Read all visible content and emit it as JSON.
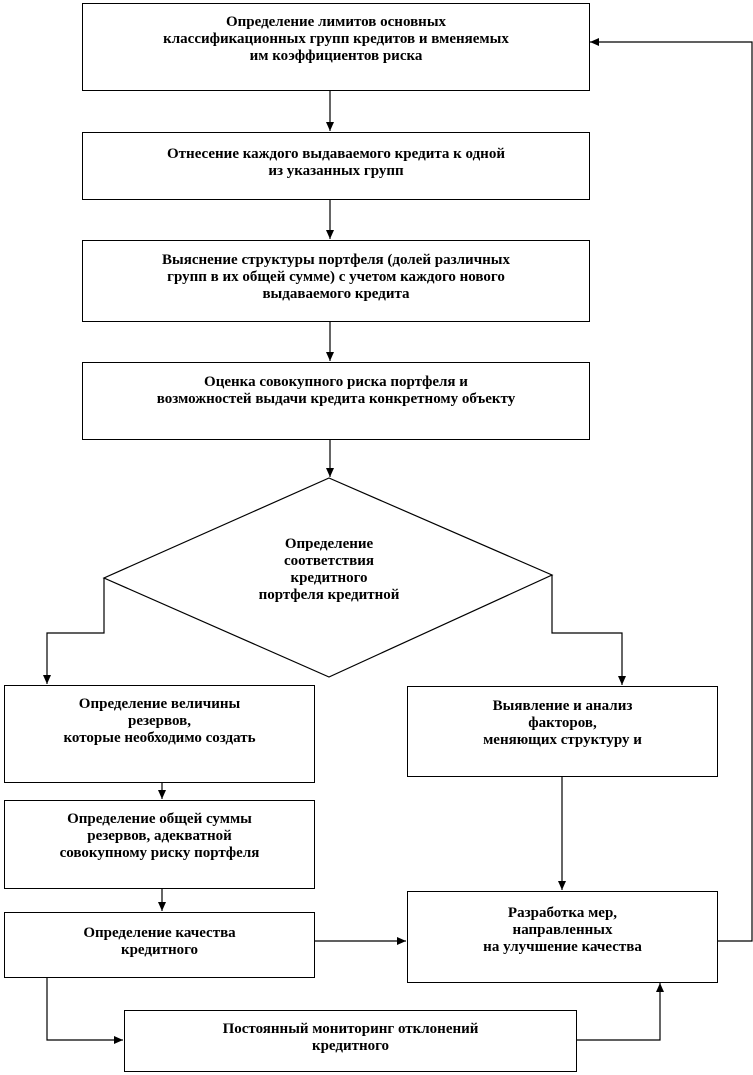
{
  "nodes": {
    "limits": {
      "text": "Определение лимитов основных\nклассификационных групп кредитов и вменяемых\nим коэффициентов риска"
    },
    "assign_groups": {
      "text": "Отнесение каждого выдаваемого кредита к одной\nиз указанных групп"
    },
    "portfolio_structure": {
      "text": "Выяснение структуры портфеля (долей различных\nгрупп в их общей сумме) с учетом каждого нового\nвыдаваемого кредита"
    },
    "risk_assessment": {
      "text": "Оценка совокупного риска портфеля и\nвозможностей выдачи кредита конкретному объекту"
    },
    "decision": {
      "text": "Определение\nсоответствия\nкредитного\nпортфеля кредитной"
    },
    "reserves_amount": {
      "text": "Определение величины\nрезервов,\nкоторые необходимо создать"
    },
    "factors_analysis": {
      "text": "Выявление и анализ\nфакторов,\nменяющих структуру и"
    },
    "total_reserves": {
      "text": "Определение общей суммы\nрезервов, адекватной\nсовокупному риску портфеля"
    },
    "quality": {
      "text": "Определение качества\nкредитного"
    },
    "improvement_measures": {
      "text": "Разработка мер,\nнаправленных\nна улучшение качества"
    },
    "monitoring": {
      "text": "Постоянный мониторинг отклонений\nкредитного"
    }
  }
}
